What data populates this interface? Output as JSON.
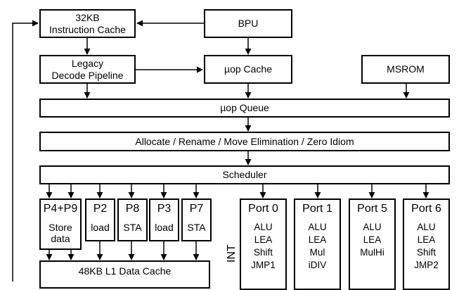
{
  "frontend": {
    "icache": {
      "line1": "32KB",
      "line2": "Instruction Cache"
    },
    "bpu": "BPU",
    "legacy_decode": {
      "line1": "Legacy",
      "line2": "Decode Pipeline"
    },
    "uop_cache": "µop Cache",
    "msrom": "MSROM"
  },
  "pipeline": {
    "uop_queue": "µop Queue",
    "allocate": "Allocate / Rename / Move Elimination / Zero Idiom",
    "scheduler": "Scheduler"
  },
  "memory_ports": [
    {
      "name": "P4+P9",
      "lines": [
        "Store",
        "data"
      ]
    },
    {
      "name": "P2",
      "lines": [
        "load"
      ]
    },
    {
      "name": "P8",
      "lines": [
        "STA"
      ]
    },
    {
      "name": "P3",
      "lines": [
        "load"
      ]
    },
    {
      "name": "P7",
      "lines": [
        "STA"
      ]
    }
  ],
  "int_ports": [
    {
      "name": "Port 0",
      "ops": [
        "ALU",
        "LEA",
        "Shift",
        "JMP1"
      ]
    },
    {
      "name": "Port 1",
      "ops": [
        "ALU",
        "LEA",
        "Mul",
        "iDIV"
      ]
    },
    {
      "name": "Port 5",
      "ops": [
        "ALU",
        "LEA",
        "MulHi"
      ]
    },
    {
      "name": "Port 6",
      "ops": [
        "ALU",
        "LEA",
        "Shift",
        "JMP2"
      ]
    }
  ],
  "int_label": "INT",
  "l1d": "48KB L1 Data Cache"
}
